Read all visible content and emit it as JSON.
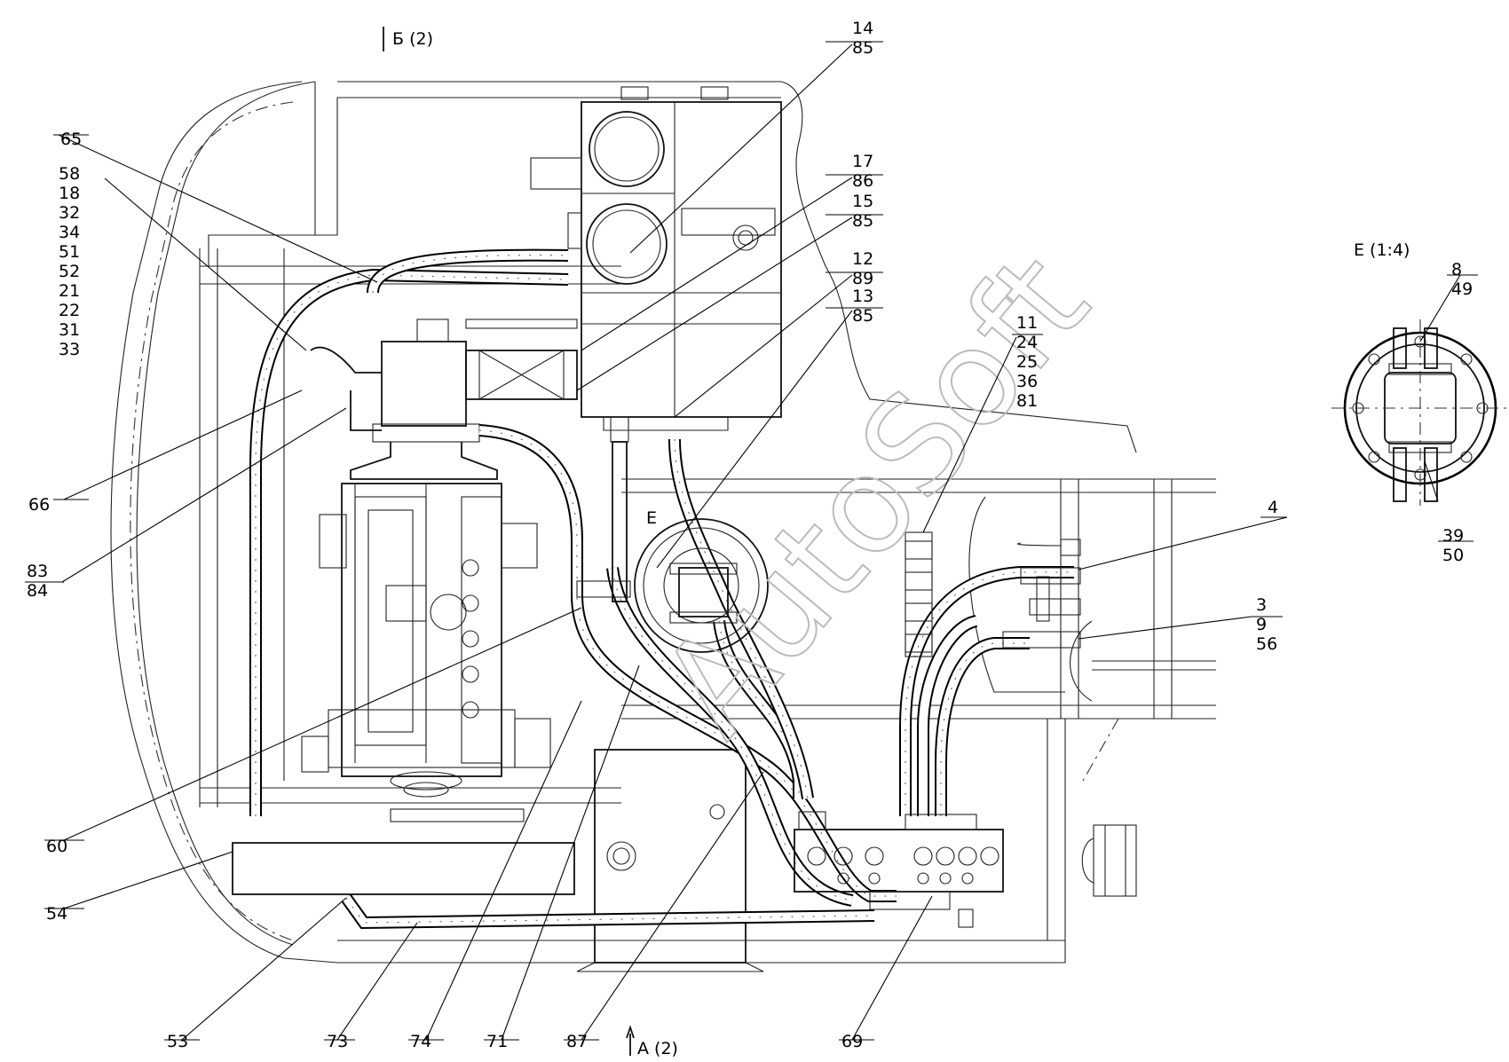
{
  "view_labels": {
    "section_b": "Б (2)",
    "section_a": "А (2)",
    "detail_e_title": "Е (1:4)",
    "detail_e_marker": "Е"
  },
  "watermark": "AutoSoft",
  "callouts": {
    "c14": [
      "14",
      "85"
    ],
    "c17": [
      "17",
      "86"
    ],
    "c15": [
      "15",
      "85"
    ],
    "c12": [
      "12",
      "89"
    ],
    "c13": [
      "13",
      "85"
    ],
    "c11": [
      "11",
      "24",
      "25",
      "36",
      "81"
    ],
    "c65": [
      "65"
    ],
    "c58": [
      "58",
      "18",
      "32",
      "34",
      "51",
      "52",
      "21",
      "22",
      "31",
      "33"
    ],
    "c66": [
      "66"
    ],
    "c83": [
      "83",
      "84"
    ],
    "c60": [
      "60"
    ],
    "c54": [
      "54"
    ],
    "c53": [
      "53"
    ],
    "c73": [
      "73"
    ],
    "c74": [
      "74"
    ],
    "c71": [
      "71"
    ],
    "c87": [
      "87"
    ],
    "c69": [
      "69"
    ],
    "c4": [
      "4"
    ],
    "c3": [
      "3",
      "9",
      "56"
    ],
    "c8": [
      "8",
      "49"
    ],
    "c39": [
      "39",
      "50"
    ]
  }
}
